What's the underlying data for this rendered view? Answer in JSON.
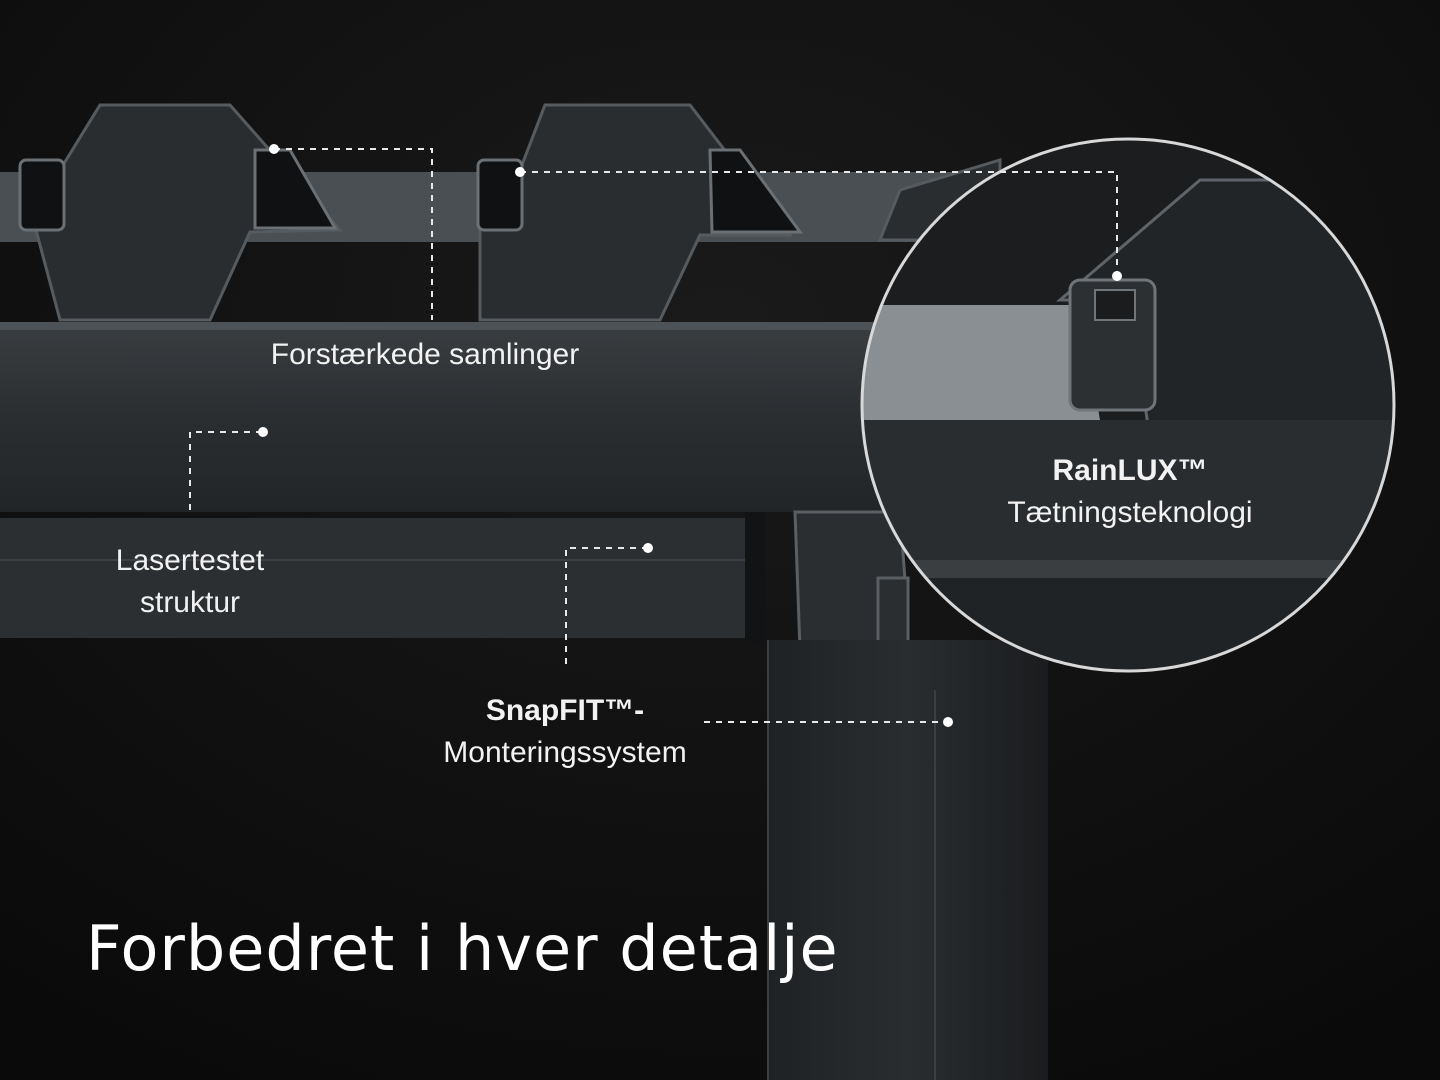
{
  "headline": "Forbedret i hver detalje",
  "callouts": {
    "joints": {
      "line1": "Forstærkede samlinger"
    },
    "laser": {
      "line1": "Lasertestet",
      "line2": "struktur"
    },
    "snapfit": {
      "title": "SnapFIT™-",
      "line2": "Monteringssystem"
    },
    "rainlux": {
      "title": "RainLUX™",
      "line2": "Tætningsteknologi"
    }
  },
  "colors": {
    "background": "#0c0c0c",
    "profile": "#2f3336",
    "profile_light": "#5a5f63",
    "text": "#f2f2f2"
  }
}
